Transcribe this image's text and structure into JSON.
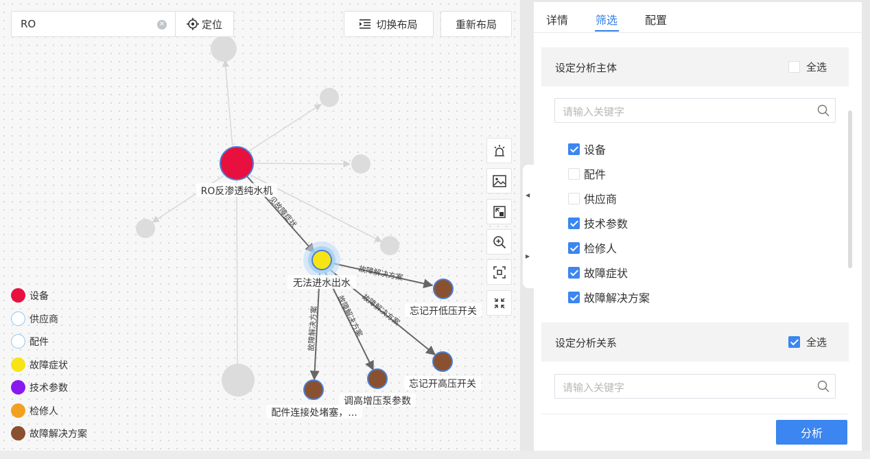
{
  "search": {
    "value": "RO",
    "locate_label": "定位"
  },
  "toolbar": {
    "switch_layout_label": "切换布局",
    "relayout_label": "重新布局"
  },
  "graph": {
    "nodes": [
      {
        "label": "RO反渗透纯水机",
        "type": "设备"
      },
      {
        "label": "无法进水出水",
        "type": "故障症状"
      },
      {
        "label": "忘记开低压开关",
        "type": "故障解决方案"
      },
      {
        "label": "忘记开高压开关",
        "type": "故障解决方案"
      },
      {
        "label": "调高增压泵参数",
        "type": "故障解决方案"
      },
      {
        "label": "配件连接处堵塞，...",
        "type": "故障解决方案"
      }
    ],
    "edges": [
      {
        "label": "见故障症状"
      },
      {
        "label": "故障解决方案"
      },
      {
        "label": "故障解决方案"
      },
      {
        "label": "故障解决方案"
      },
      {
        "label": "故障解决方案"
      }
    ]
  },
  "legend": [
    {
      "label": "设备",
      "color": "#e8103f",
      "filled": true
    },
    {
      "label": "供应商",
      "color": "#8cc4f2",
      "filled": false
    },
    {
      "label": "配件",
      "color": "#8cc4f2",
      "filled": false
    },
    {
      "label": "故障症状",
      "color": "#f7e415",
      "filled": true
    },
    {
      "label": "技术参数",
      "color": "#8a18f0",
      "filled": true
    },
    {
      "label": "检修人",
      "color": "#f2a01f",
      "filled": true
    },
    {
      "label": "故障解决方案",
      "color": "#8a5130",
      "filled": true
    }
  ],
  "side_tools": [
    "alarm-icon",
    "image-icon",
    "export-icon",
    "zoom-in-icon",
    "fit-view-icon",
    "fullscreen-icon"
  ],
  "panel": {
    "tabs": [
      {
        "label": "详情",
        "active": false
      },
      {
        "label": "筛选",
        "active": true
      },
      {
        "label": "配置",
        "active": false
      }
    ],
    "subject_section": {
      "title": "设定分析主体",
      "select_all_label": "全选",
      "select_all_checked": false,
      "placeholder": "请输入关键字",
      "items": [
        {
          "label": "设备",
          "checked": true
        },
        {
          "label": "配件",
          "checked": false
        },
        {
          "label": "供应商",
          "checked": false
        },
        {
          "label": "技术参数",
          "checked": true
        },
        {
          "label": "检修人",
          "checked": true
        },
        {
          "label": "故障症状",
          "checked": true
        },
        {
          "label": "故障解决方案",
          "checked": true
        }
      ]
    },
    "relation_section": {
      "title": "设定分析关系",
      "select_all_label": "全选",
      "select_all_checked": true,
      "placeholder": "请输入关键字"
    },
    "analyze_label": "分析"
  },
  "colors": {
    "accent": "#3b86f0",
    "device": "#e8103f",
    "symptom": "#f7e415",
    "solution": "#8a5130",
    "node_ring": "#4a7fd4"
  }
}
